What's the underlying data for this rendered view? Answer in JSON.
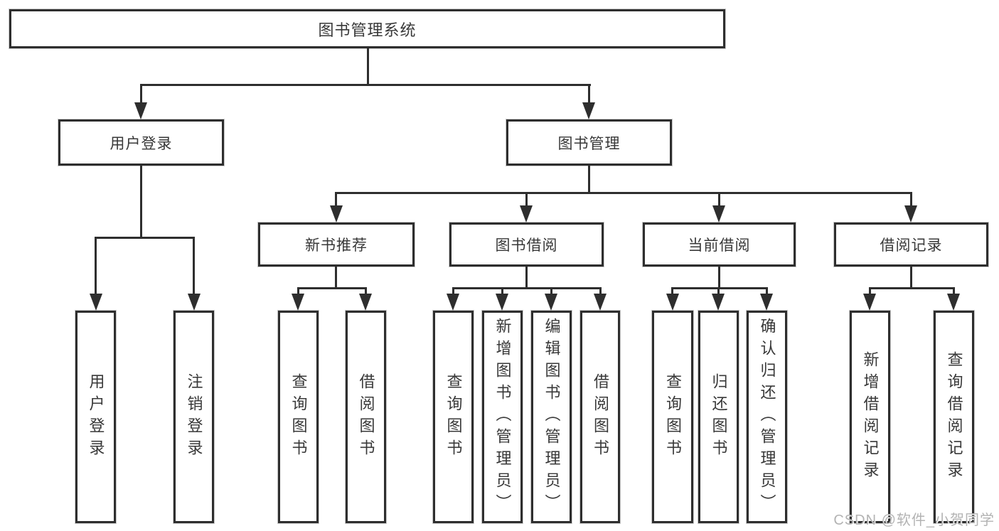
{
  "diagram": {
    "root_label": "图书管理系统",
    "branches": [
      {
        "label": "用户登录",
        "leaves": [
          "用户登录",
          "注销登录"
        ]
      },
      {
        "label": "图书管理",
        "modules": [
          {
            "label": "新书推荐",
            "leaves": [
              "查询图书",
              "借阅图书"
            ]
          },
          {
            "label": "图书借阅",
            "leaves": [
              "查询图书",
              "新增图书（管理员）",
              "编辑图书（管理员）",
              "借阅图书"
            ]
          },
          {
            "label": "当前借阅",
            "leaves": [
              "查询图书",
              "归还图书",
              "确认归还（管理员）"
            ]
          },
          {
            "label": "借阅记录",
            "leaves": [
              "新增借阅记录",
              "查询借阅记录"
            ]
          }
        ]
      }
    ]
  },
  "watermark": {
    "text": "CSDN @软件_小贺同学"
  },
  "colors": {
    "line": "#2e2e2e",
    "box_border": "#2e2e2e",
    "text": "#383838",
    "watermark": "#b3b3b3",
    "background": "#ffffff"
  }
}
